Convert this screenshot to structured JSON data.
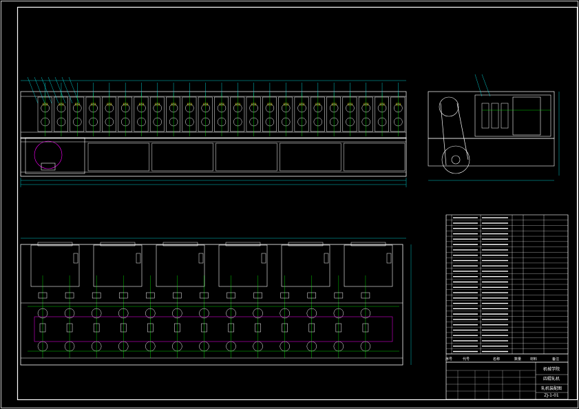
{
  "drawing": {
    "background": "#000000",
    "colors": {
      "frame": "#ffffff",
      "outline": "#ffffff",
      "dimension": "#00ffff",
      "center": "#00ff00",
      "hidden": "#ff00ff",
      "table_text": "#ffffff",
      "accent": "#ffff00"
    },
    "front_view": {
      "stand_count": 23,
      "base_bays": 5
    },
    "plan_view": {
      "roll_pairs": 13,
      "gearbox_count": 6
    },
    "side_view": {
      "bearing_blocks": 3
    },
    "parts_list": {
      "rows": 26,
      "header_labels": [
        "序号",
        "代号",
        "名称",
        "数量",
        "材料",
        "备注"
      ]
    },
    "title_block": {
      "company": "机械学院",
      "title_line1": "四辊轧机",
      "title_line2": "轧机装配图",
      "drawing_no": "ZJ-1-01"
    }
  }
}
